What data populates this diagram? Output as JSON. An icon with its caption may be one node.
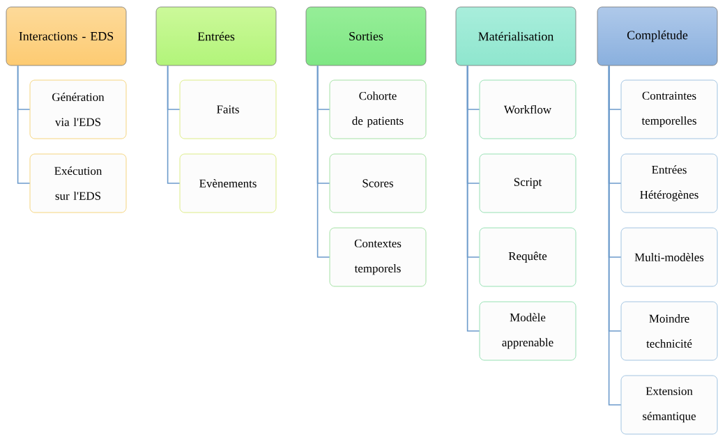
{
  "diagram": {
    "nodes": [
      {
        "text": [
          "Interactions - EDS"
        ]
      },
      {
        "text": [
          "Génération via l'EDS"
        ]
      },
      {
        "text": [
          "Exécution sur l'EDS"
        ]
      },
      {
        "text": [
          "Entrées"
        ]
      },
      {
        "text": [
          "Faits"
        ]
      },
      {
        "text": [
          "Evènements"
        ]
      },
      {
        "text": [
          "Sorties"
        ]
      },
      {
        "text": [
          "Cohorte de patients"
        ]
      },
      {
        "text": [
          "Scores"
        ]
      },
      {
        "text": [
          "Contextes temporels"
        ]
      },
      {
        "text": [
          "Matérialisation"
        ]
      },
      {
        "text": [
          "Workflow"
        ]
      },
      {
        "text": [
          "Script"
        ]
      },
      {
        "text": [
          "Requête"
        ]
      },
      {
        "text": [
          "Modèle apprenable"
        ]
      },
      {
        "text": [
          "Complétude"
        ]
      },
      {
        "text": [
          "Contraintes temporelles"
        ]
      },
      {
        "text": [
          "Entrées Hétérogènes"
        ]
      },
      {
        "text": [
          "Multi-modèles"
        ]
      },
      {
        "text": [
          "Moindre technicité"
        ]
      },
      {
        "text": [
          "Extension sémantique"
        ]
      }
    ],
    "edges": [
      {
        "from": 0,
        "to": 1,
        "arrow": "none"
      },
      {
        "from": 0,
        "to": 2,
        "arrow": "none"
      },
      {
        "from": 3,
        "to": 4,
        "arrow": "none"
      },
      {
        "from": 3,
        "to": 5,
        "arrow": "none"
      },
      {
        "from": 6,
        "to": 7,
        "arrow": "none"
      },
      {
        "from": 6,
        "to": 8,
        "arrow": "none"
      },
      {
        "from": 6,
        "to": 9,
        "arrow": "none"
      },
      {
        "from": 10,
        "to": 11,
        "arrow": "none"
      },
      {
        "from": 10,
        "to": 12,
        "arrow": "none"
      },
      {
        "from": 10,
        "to": 13,
        "arrow": "none"
      },
      {
        "from": 10,
        "to": 14,
        "arrow": "none"
      },
      {
        "from": 15,
        "to": 16,
        "arrow": "none"
      },
      {
        "from": 15,
        "to": 17,
        "arrow": "none"
      },
      {
        "from": 15,
        "to": 18,
        "arrow": "none"
      },
      {
        "from": 15,
        "to": 19,
        "arrow": "none"
      },
      {
        "from": 15,
        "to": 20,
        "arrow": "none"
      }
    ]
  }
}
